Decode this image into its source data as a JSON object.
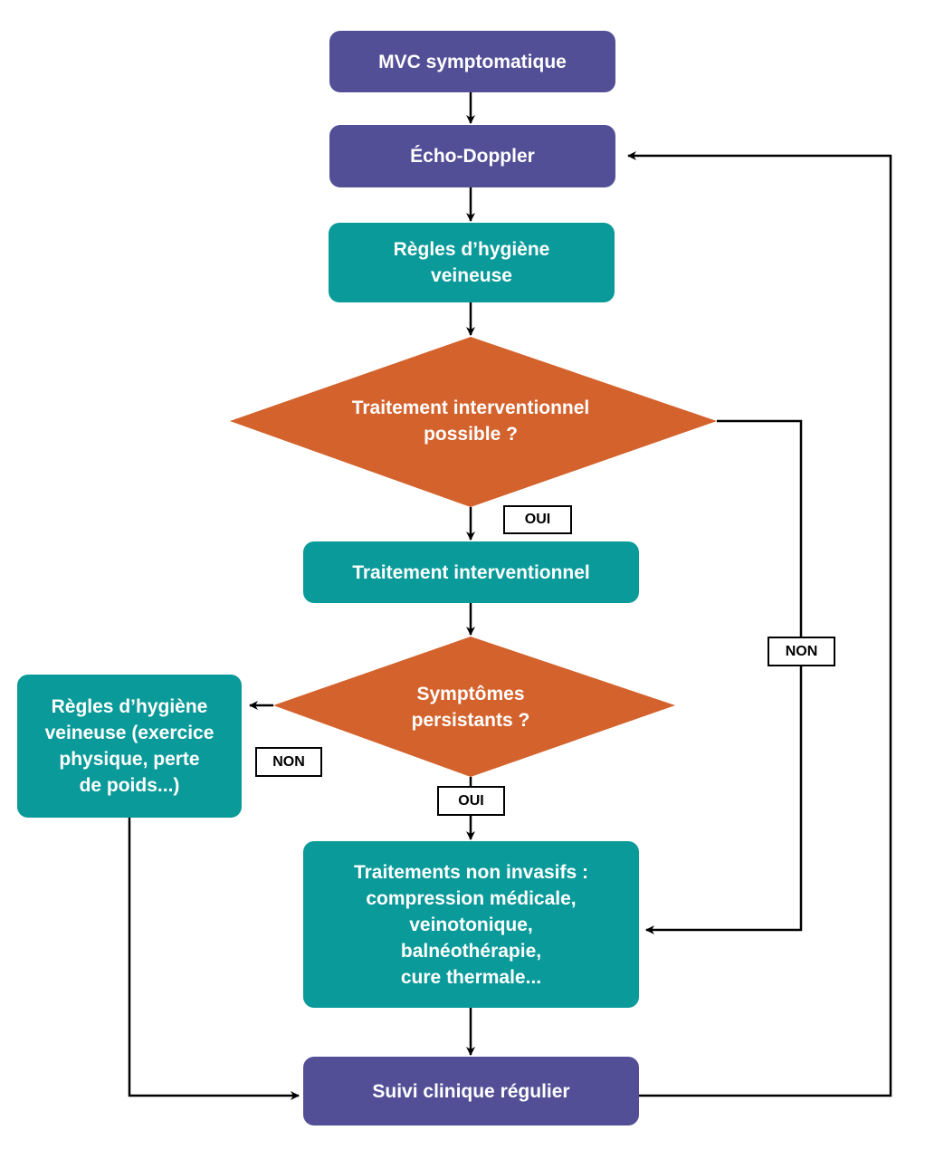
{
  "colors": {
    "primary": "#524f96",
    "action": "#0a9a99",
    "decision": "#d4622c",
    "line": "#000000"
  },
  "nodes": {
    "mvc": "MVC symptomatique",
    "echo": "Écho-Doppler",
    "hygiene": "Règles d’hygiène\nveineuse",
    "decision1": "Traitement interventionnel\npossible ?",
    "interventionnel": "Traitement interventionnel",
    "decision2": "Symptômes\npersistants ?",
    "hygiene2": "Règles d’hygiène\nveineuse (exercice\nphysique, perte\nde poids...)",
    "non_invasifs": "Traitements non invasifs :\ncompression médicale,\nveinotonique,\nbalnéothérapie,\ncure thermale...",
    "suivi": "Suivi clinique régulier"
  },
  "labels": {
    "oui1": "OUI",
    "non1": "NON",
    "non2": "NON",
    "oui2": "OUI"
  }
}
